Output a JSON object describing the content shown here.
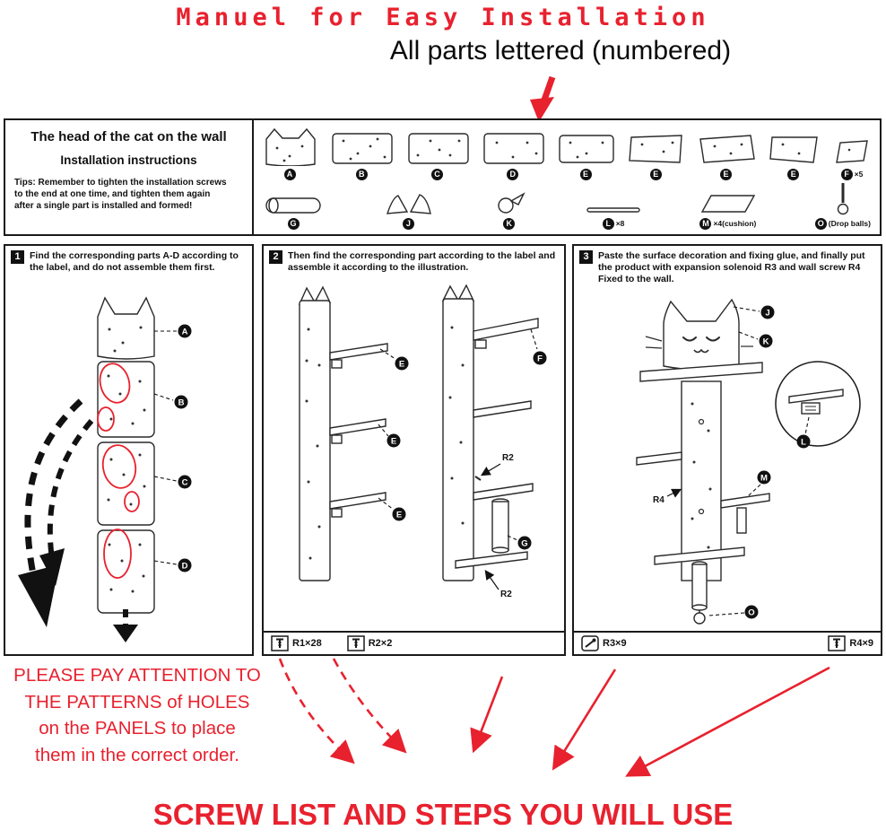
{
  "colors": {
    "red": "#e8212e",
    "ink": "#111111"
  },
  "titles": {
    "main": "Manuel for Easy Installation",
    "subtitle": "All parts lettered (numbered)",
    "bottom": "SCREW  LIST AND STEPS YOU WILL USE"
  },
  "instructions_box": {
    "title": "The head of the cat on the wall",
    "subtitle": "Installation instructions",
    "tips1": "Tips: Remember to tighten the installation screws",
    "tips2": "to the end at one time, and tighten them again",
    "tips3": "after a single part is installed and formed!"
  },
  "parts_row1": [
    {
      "letter": "A",
      "qty": ""
    },
    {
      "letter": "B",
      "qty": ""
    },
    {
      "letter": "C",
      "qty": ""
    },
    {
      "letter": "D",
      "qty": ""
    },
    {
      "letter": "E",
      "qty": ""
    },
    {
      "letter": "E",
      "qty": ""
    },
    {
      "letter": "E",
      "qty": ""
    },
    {
      "letter": "E",
      "qty": ""
    },
    {
      "letter": "F",
      "qty": "×5"
    }
  ],
  "parts_row2": [
    {
      "letter": "G",
      "qty": ""
    },
    {
      "letter": "J",
      "qty": ""
    },
    {
      "letter": "K",
      "qty": ""
    },
    {
      "letter": "L",
      "qty": "×8"
    },
    {
      "letter": "M",
      "qty": "×4(cushion)"
    },
    {
      "letter": "O",
      "qty": "(Drop balls)"
    }
  ],
  "steps": [
    {
      "num": "1",
      "text": "Find the corresponding parts A-D according to the label, and do not assemble them first."
    },
    {
      "num": "2",
      "text": "Then find the corresponding part according to the label and assemble it according to the illustration."
    },
    {
      "num": "3",
      "text": "Paste the surface decoration and fixing glue, and finally put the product with expansion solenoid R3 and wall screw R4 Fixed to the wall."
    }
  ],
  "labels": {
    "step1": {
      "a": "A",
      "b": "B",
      "c": "C",
      "d": "D"
    },
    "step2": {
      "e1": "E",
      "e2": "E",
      "e3": "E",
      "f": "F",
      "r2a": "R2",
      "g": "G",
      "r2b": "R2"
    },
    "step3": {
      "j": "J",
      "k": "K",
      "l": "L",
      "m": "M",
      "r4": "R4",
      "o": "O"
    }
  },
  "screw_list": {
    "r1": "R1×28",
    "r2": "R2×2",
    "r3": "R3×9",
    "r4": "R4×9"
  },
  "warning": {
    "line1": "PLEASE PAY ATTENTION TO",
    "line2": "THE PATTERNS of HOLES",
    "line3": "on the PANELS to place",
    "line4": "them in the correct order."
  }
}
